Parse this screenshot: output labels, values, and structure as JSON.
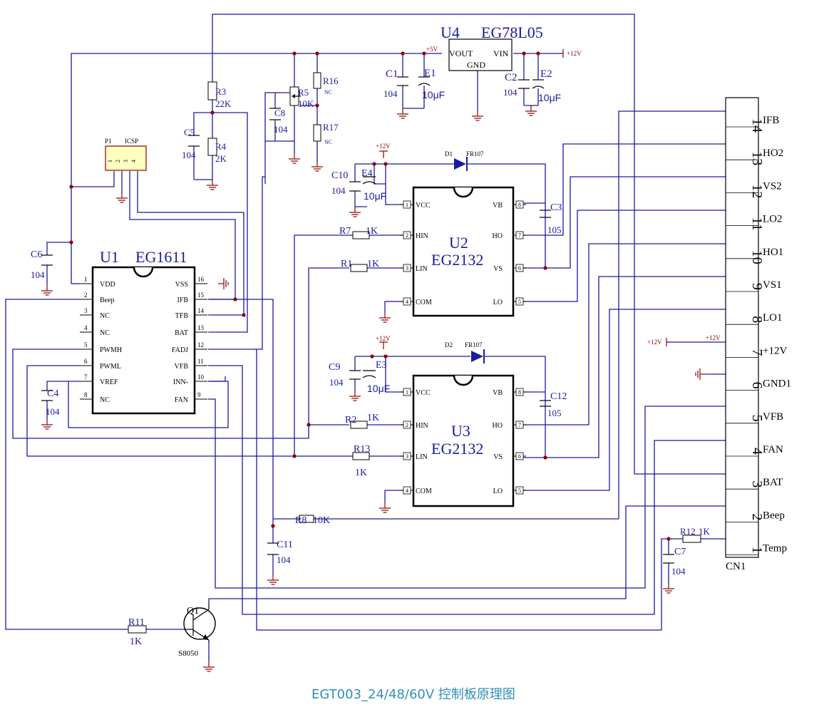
{
  "caption": "EGT003_24/48/60V 控制板原理图",
  "u1": {
    "ref": "U1",
    "part": "EG1611",
    "left_pins": [
      {
        "n": "1",
        "name": "VDD"
      },
      {
        "n": "2",
        "name": "Beep"
      },
      {
        "n": "3",
        "name": "NC"
      },
      {
        "n": "4",
        "name": "NC"
      },
      {
        "n": "5",
        "name": "PWMH"
      },
      {
        "n": "6",
        "name": "PWML"
      },
      {
        "n": "7",
        "name": "VREF"
      },
      {
        "n": "8",
        "name": "NC"
      }
    ],
    "right_pins": [
      {
        "n": "16",
        "name": "VSS"
      },
      {
        "n": "15",
        "name": "IFB"
      },
      {
        "n": "14",
        "name": "TFB"
      },
      {
        "n": "13",
        "name": "BAT"
      },
      {
        "n": "12",
        "name": "FADJ"
      },
      {
        "n": "11",
        "name": "VFB"
      },
      {
        "n": "10",
        "name": "INN-"
      },
      {
        "n": "9",
        "name": "FAN"
      }
    ]
  },
  "u2": {
    "ref": "U2",
    "part": "EG2132",
    "left_pins": [
      {
        "n": "1",
        "name": "VCC"
      },
      {
        "n": "2",
        "name": "HIN"
      },
      {
        "n": "3",
        "name": "LIN"
      },
      {
        "n": "4",
        "name": "COM"
      }
    ],
    "right_pins": [
      {
        "n": "8",
        "name": "VB"
      },
      {
        "n": "7",
        "name": "HO"
      },
      {
        "n": "6",
        "name": "VS"
      },
      {
        "n": "5",
        "name": "LO"
      }
    ]
  },
  "u3": {
    "ref": "U3",
    "part": "EG2132",
    "left_pins": [
      {
        "n": "1",
        "name": "VCC"
      },
      {
        "n": "2",
        "name": "HIN"
      },
      {
        "n": "3",
        "name": "LIN"
      },
      {
        "n": "4",
        "name": "COM"
      }
    ],
    "right_pins": [
      {
        "n": "8",
        "name": "VB"
      },
      {
        "n": "7",
        "name": "HO"
      },
      {
        "n": "6",
        "name": "VS"
      },
      {
        "n": "5",
        "name": "LO"
      }
    ]
  },
  "u4": {
    "ref": "U4",
    "part": "EG78L05",
    "vout": "VOUT",
    "vin": "VIN",
    "gnd": "GND"
  },
  "nets": {
    "p5v": "+5V",
    "p12v": "+12V"
  },
  "p1": {
    "ref": "P1",
    "name": "ICSP",
    "pins": [
      "1",
      "2",
      "3",
      "4"
    ]
  },
  "q1": {
    "ref": "Q1",
    "part": "S8050"
  },
  "cn1": {
    "ref": "CN1",
    "pins": [
      {
        "n": "14",
        "name": "IFB"
      },
      {
        "n": "13",
        "name": "HO2"
      },
      {
        "n": "12",
        "name": "VS2"
      },
      {
        "n": "11",
        "name": "LO2"
      },
      {
        "n": "10",
        "name": "HO1"
      },
      {
        "n": "9",
        "name": "VS1"
      },
      {
        "n": "8",
        "name": "LO1"
      },
      {
        "n": "7",
        "name": "+12V"
      },
      {
        "n": "6",
        "name": "GND1"
      },
      {
        "n": "5",
        "name": "VFB"
      },
      {
        "n": "4",
        "name": "FAN"
      },
      {
        "n": "3",
        "name": "BAT"
      },
      {
        "n": "2",
        "name": "Beep"
      },
      {
        "n": "1",
        "name": "Temp"
      }
    ]
  },
  "parts": {
    "C1": {
      "ref": "C1",
      "val": "104"
    },
    "E1": {
      "ref": "E1",
      "val": "10μF"
    },
    "C2": {
      "ref": "C2",
      "val": "104"
    },
    "E2": {
      "ref": "E2",
      "val": "10μF"
    },
    "R3": {
      "ref": "R3",
      "val": "22K"
    },
    "R4": {
      "ref": "R4",
      "val": "2K"
    },
    "C5": {
      "ref": "C5",
      "val": "104"
    },
    "R5": {
      "ref": "R5",
      "val": "10K"
    },
    "C8": {
      "ref": "C8",
      "val": "104"
    },
    "R16": {
      "ref": "R16",
      "val": "NC"
    },
    "R17": {
      "ref": "R17",
      "val": "NC"
    },
    "C10": {
      "ref": "C10",
      "val": "104"
    },
    "E4": {
      "ref": "E4",
      "val": "10μF"
    },
    "D1": {
      "ref": "D1",
      "val": "FR107"
    },
    "C3": {
      "ref": "C3",
      "val": "105"
    },
    "R7": {
      "ref": "R7",
      "val": "1K"
    },
    "R1": {
      "ref": "R1",
      "val": "1K"
    },
    "C9": {
      "ref": "C9",
      "val": "104"
    },
    "E3": {
      "ref": "E3",
      "val": "10μF"
    },
    "D2": {
      "ref": "D2",
      "val": "FR107"
    },
    "C12": {
      "ref": "C12",
      "val": "105"
    },
    "R2": {
      "ref": "R2",
      "val": "1K"
    },
    "R13": {
      "ref": "R13",
      "val": "1K"
    },
    "C6": {
      "ref": "C6",
      "val": "104"
    },
    "C4": {
      "ref": "C4",
      "val": "104"
    },
    "R8": {
      "ref": "R8",
      "val": "10K"
    },
    "C11": {
      "ref": "C11",
      "val": "104"
    },
    "R12": {
      "ref": "R12",
      "val": "1K"
    },
    "C7": {
      "ref": "C7",
      "val": "104"
    },
    "R11": {
      "ref": "R11",
      "val": "1K"
    }
  }
}
